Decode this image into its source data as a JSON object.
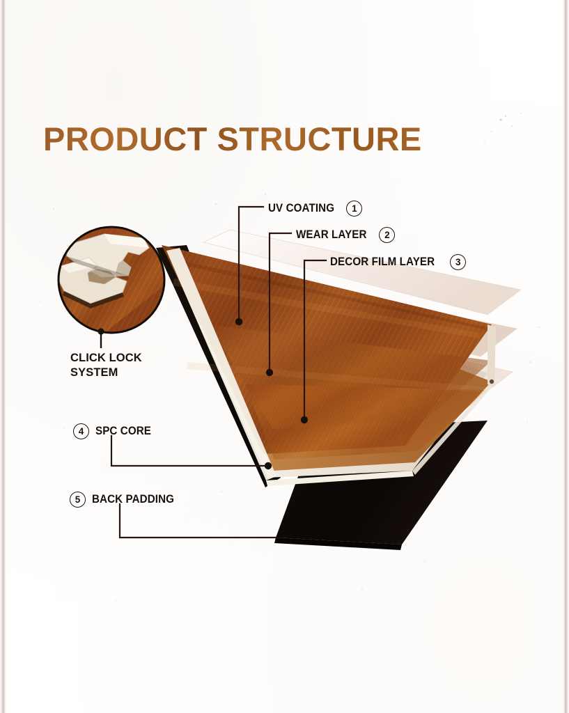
{
  "page": {
    "title": "PRODUCT STRUCTURE",
    "title_color": "#9b5a24",
    "background_color": "#ffffff",
    "border_color": "#cdbcba"
  },
  "diagram": {
    "subject": "SPC click-lock vinyl flooring plank exploded layer structure",
    "line_color": "#2a1410",
    "plank": {
      "wood_surface_color": "#a0501f",
      "wood_dark_grain_color": "#6d2f12",
      "wood_light_grain_color": "#c1762f",
      "core_edge_color": "#f2ece3",
      "shadow_color": "#120c08",
      "back_padding_color": "#0b0705",
      "film_layer_color": "#f6ece6",
      "lock_profile_color": "#efe7da"
    },
    "callouts": [
      {
        "id": "uv-coating",
        "number": "1",
        "label": "UV COATING",
        "badge_side": "right"
      },
      {
        "id": "wear-layer",
        "number": "2",
        "label": "WEAR LAYER",
        "badge_side": "right"
      },
      {
        "id": "decor-film-layer",
        "number": "3",
        "label": "DECOR FILM LAYER",
        "badge_side": "right"
      },
      {
        "id": "spc-core",
        "number": "4",
        "label": "SPC CORE",
        "badge_side": "left"
      },
      {
        "id": "back-padding",
        "number": "5",
        "label": "BACK PADDING",
        "badge_side": "left"
      }
    ],
    "detail_callout": {
      "id": "click-lock-system",
      "label": "CLICK LOCK\nSYSTEM",
      "description": "Magnified circular inset showing the interlocking tongue-and-groove click lock profile"
    }
  }
}
